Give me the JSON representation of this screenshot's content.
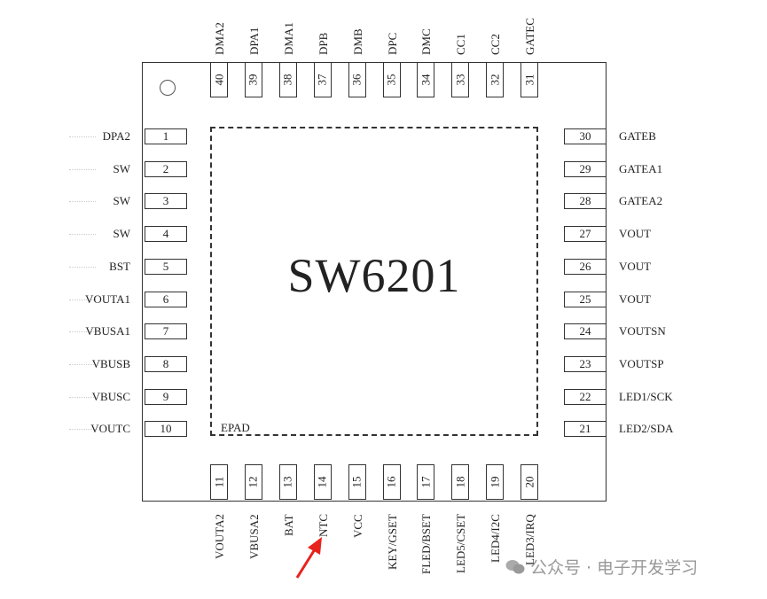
{
  "chip": {
    "name": "SW6201",
    "pad_label": "EPAD"
  },
  "pins": {
    "left": [
      {
        "num": "1",
        "name": "DPA2"
      },
      {
        "num": "2",
        "name": "SW"
      },
      {
        "num": "3",
        "name": "SW"
      },
      {
        "num": "4",
        "name": "SW"
      },
      {
        "num": "5",
        "name": "BST"
      },
      {
        "num": "6",
        "name": "VOUTA1"
      },
      {
        "num": "7",
        "name": "VBUSA1"
      },
      {
        "num": "8",
        "name": "VBUSB"
      },
      {
        "num": "9",
        "name": "VBUSC"
      },
      {
        "num": "10",
        "name": "VOUTC"
      }
    ],
    "bottom": [
      {
        "num": "11",
        "name": "VOUTA2"
      },
      {
        "num": "12",
        "name": "VBUSA2"
      },
      {
        "num": "13",
        "name": "BAT"
      },
      {
        "num": "14",
        "name": "NTC"
      },
      {
        "num": "15",
        "name": "VCC"
      },
      {
        "num": "16",
        "name": "KEY/GSET"
      },
      {
        "num": "17",
        "name": "FLED/BSET"
      },
      {
        "num": "18",
        "name": "LED5/CSET"
      },
      {
        "num": "19",
        "name": "LED4/I2C"
      },
      {
        "num": "20",
        "name": "LED3/IRQ"
      }
    ],
    "right": [
      {
        "num": "30",
        "name": "GATEB"
      },
      {
        "num": "29",
        "name": "GATEA1"
      },
      {
        "num": "28",
        "name": "GATEA2"
      },
      {
        "num": "27",
        "name": "VOUT"
      },
      {
        "num": "26",
        "name": "VOUT"
      },
      {
        "num": "25",
        "name": "VOUT"
      },
      {
        "num": "24",
        "name": "VOUTSN"
      },
      {
        "num": "23",
        "name": "VOUTSP"
      },
      {
        "num": "22",
        "name": "LED1/SCK"
      },
      {
        "num": "21",
        "name": "LED2/SDA"
      }
    ],
    "top": [
      {
        "num": "40",
        "name": "DMA2"
      },
      {
        "num": "39",
        "name": "DPA1"
      },
      {
        "num": "38",
        "name": "DMA1"
      },
      {
        "num": "37",
        "name": "DPB"
      },
      {
        "num": "36",
        "name": "DMB"
      },
      {
        "num": "35",
        "name": "DPC"
      },
      {
        "num": "34",
        "name": "DMC"
      },
      {
        "num": "33",
        "name": "CC1"
      },
      {
        "num": "32",
        "name": "CC2"
      },
      {
        "num": "31",
        "name": "GATEC"
      }
    ]
  },
  "annotation": {
    "arrow_color": "#e8231c",
    "target_pin": "NTC"
  },
  "watermark": {
    "text": "公众号 · 电子开发学习",
    "icon": "wechat-icon"
  }
}
